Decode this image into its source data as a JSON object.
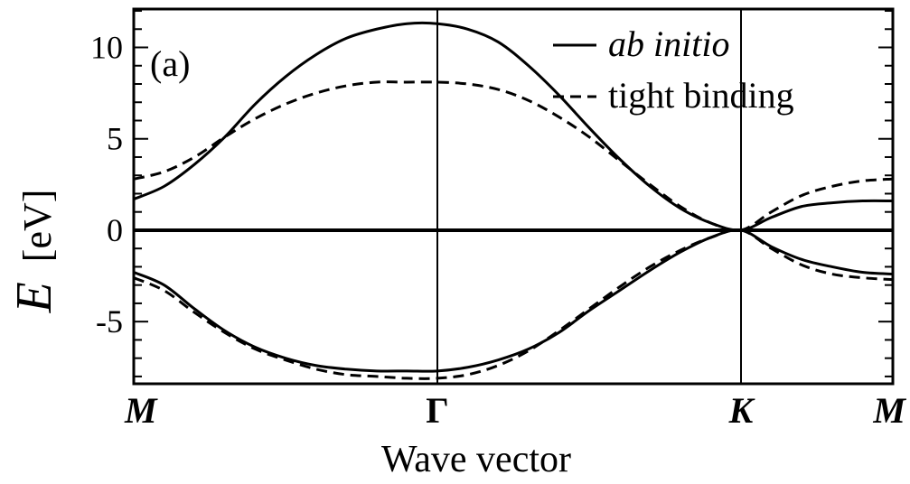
{
  "chart_data": {
    "type": "line",
    "panel_label": "(a)",
    "xlabel": "Wave vector",
    "ylabel_symbol": "E",
    "ylabel_unit": "[eV]",
    "ylim": [
      -8.4,
      12.1
    ],
    "yticks": [
      10,
      5,
      0,
      -5
    ],
    "ytick_labels": [
      "10",
      "5",
      "0",
      "-5"
    ],
    "x_high_symmetry": [
      {
        "label": "M",
        "x": 0.0
      },
      {
        "label": "Γ",
        "x": 1.0
      },
      {
        "label": "K",
        "x": 2.0
      },
      {
        "label": "M",
        "x": 2.5
      }
    ],
    "xlim": [
      0.0,
      2.5
    ],
    "legend": {
      "placement": "top-right",
      "entries": [
        {
          "label": "ab initio",
          "style": "solid"
        },
        {
          "label": "tight binding",
          "style": "dashed"
        }
      ]
    },
    "series": [
      {
        "name": "ab initio",
        "style": "solid",
        "bands": [
          {
            "x": [
              0.0,
              0.1,
              0.2,
              0.3,
              0.4,
              0.5,
              0.6,
              0.7,
              0.8,
              0.9,
              1.0,
              1.1,
              1.2,
              1.3,
              1.4,
              1.5,
              1.6,
              1.7,
              1.8,
              1.9,
              2.0,
              2.1,
              2.2,
              2.3,
              2.4,
              2.5
            ],
            "y": [
              1.7,
              2.4,
              3.6,
              5.1,
              6.9,
              8.4,
              9.6,
              10.5,
              11.0,
              11.3,
              11.3,
              11.0,
              10.3,
              9.0,
              7.4,
              5.6,
              3.9,
              2.4,
              1.2,
              0.4,
              0.0,
              0.7,
              1.3,
              1.5,
              1.6,
              1.6
            ]
          },
          {
            "x": [
              0.0,
              0.1,
              0.2,
              0.3,
              0.4,
              0.5,
              0.6,
              0.7,
              0.8,
              0.9,
              1.0,
              1.1,
              1.2,
              1.3,
              1.4,
              1.5,
              1.6,
              1.7,
              1.8,
              1.9,
              2.0,
              2.1,
              2.2,
              2.3,
              2.4,
              2.5
            ],
            "y": [
              -2.3,
              -3.0,
              -4.3,
              -5.5,
              -6.4,
              -7.0,
              -7.4,
              -7.6,
              -7.7,
              -7.7,
              -7.7,
              -7.5,
              -7.1,
              -6.5,
              -5.6,
              -4.4,
              -3.3,
              -2.2,
              -1.2,
              -0.4,
              0.0,
              -0.9,
              -1.6,
              -2.0,
              -2.3,
              -2.4
            ]
          }
        ]
      },
      {
        "name": "tight binding",
        "style": "dashed",
        "bands": [
          {
            "x": [
              0.0,
              0.1,
              0.2,
              0.3,
              0.4,
              0.5,
              0.6,
              0.7,
              0.8,
              0.9,
              1.0,
              1.1,
              1.2,
              1.3,
              1.4,
              1.5,
              1.6,
              1.7,
              1.8,
              1.9,
              2.0,
              2.1,
              2.2,
              2.3,
              2.4,
              2.5
            ],
            "y": [
              2.8,
              3.2,
              4.0,
              5.1,
              6.1,
              6.9,
              7.5,
              7.9,
              8.1,
              8.1,
              8.1,
              8.0,
              7.7,
              7.1,
              6.2,
              5.1,
              3.8,
              2.5,
              1.3,
              0.4,
              0.0,
              1.0,
              1.9,
              2.4,
              2.7,
              2.8
            ]
          },
          {
            "x": [
              0.0,
              0.1,
              0.2,
              0.3,
              0.4,
              0.5,
              0.6,
              0.7,
              0.8,
              0.9,
              1.0,
              1.1,
              1.2,
              1.3,
              1.4,
              1.5,
              1.6,
              1.7,
              1.8,
              1.9,
              2.0,
              2.1,
              2.2,
              2.3,
              2.4,
              2.5
            ],
            "y": [
              -2.6,
              -3.3,
              -4.5,
              -5.6,
              -6.5,
              -7.1,
              -7.6,
              -7.9,
              -8.0,
              -8.1,
              -8.1,
              -7.9,
              -7.4,
              -6.6,
              -5.5,
              -4.3,
              -3.1,
              -2.0,
              -1.1,
              -0.4,
              0.0,
              -1.0,
              -1.9,
              -2.4,
              -2.6,
              -2.7
            ]
          }
        ]
      }
    ]
  }
}
